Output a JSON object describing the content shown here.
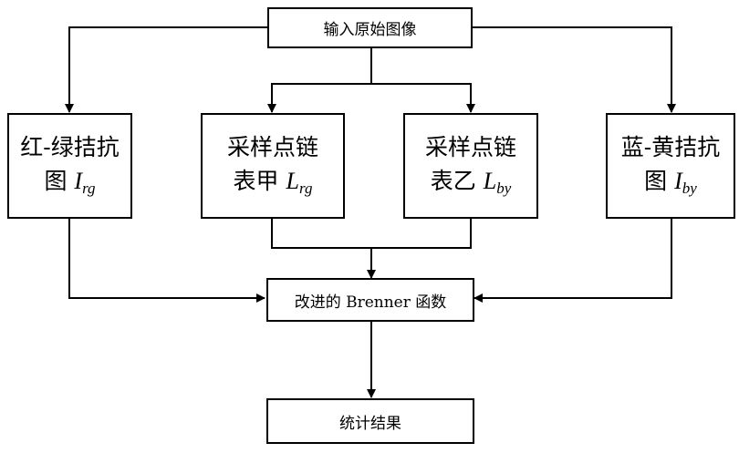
{
  "nodes": {
    "input": {
      "label": "输入原始图像"
    },
    "rg_map": {
      "line1": "红-绿拮抗",
      "line2_prefix": "图 ",
      "var": "I",
      "sub": "rg"
    },
    "chain_a": {
      "line1": "采样点链",
      "line2_prefix": "表甲 ",
      "var": "L",
      "sub": "rg"
    },
    "chain_b": {
      "line1": "采样点链",
      "line2_prefix": "表乙 ",
      "var": "L",
      "sub": "by"
    },
    "by_map": {
      "line1": "蓝-黄拮抗",
      "line2_prefix": "图 ",
      "var": "I",
      "sub": "by"
    },
    "brenner": {
      "label": "改进的 Brenner 函数"
    },
    "result": {
      "label": "统计结果"
    }
  }
}
